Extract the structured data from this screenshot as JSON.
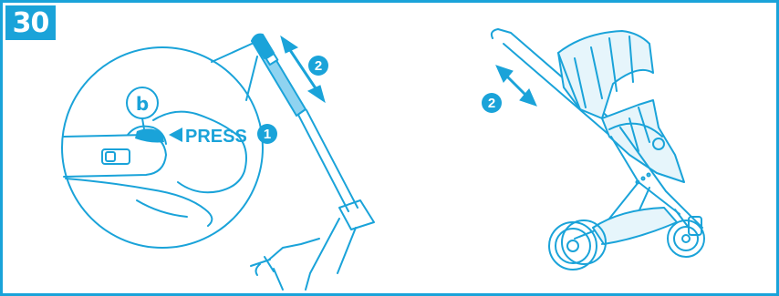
{
  "step": {
    "number": "30"
  },
  "callout": {
    "button_letter": "b",
    "action_label": "PRESS",
    "action_step": "1"
  },
  "handle_adjust": {
    "step": "2"
  },
  "stroller_adjust": {
    "step": "2"
  },
  "colors": {
    "accent": "#1aa3d9",
    "line": "#1aa3d9",
    "highlight": "#8fd3f0",
    "fill": "#e6f5fb"
  }
}
